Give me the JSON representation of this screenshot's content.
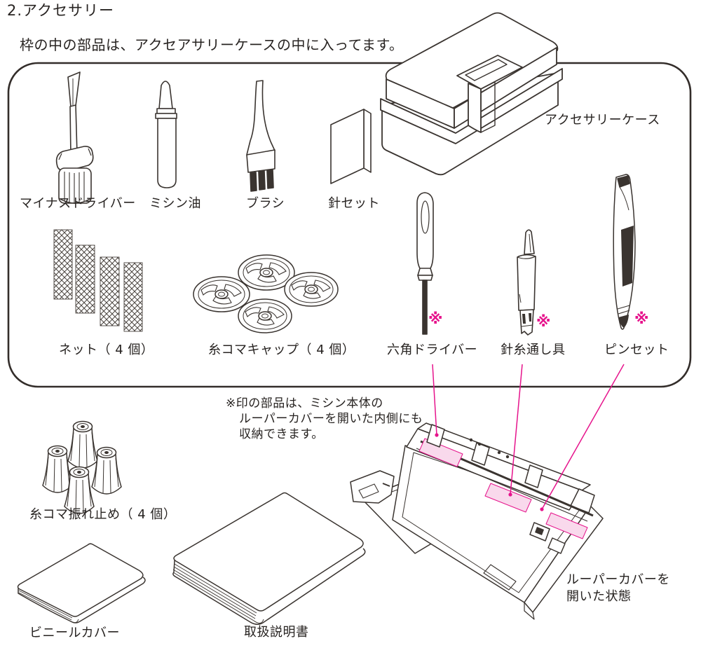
{
  "title": "2.アクセサリー",
  "intro": "枠の中の部品は、アクセアサリーケースの中に入ってます。",
  "accessory_case": {
    "label": "アクセサリーケース"
  },
  "row1": [
    {
      "label": "マイナスドライバー"
    },
    {
      "label": "ミシン油"
    },
    {
      "label": "ブラシ"
    },
    {
      "label": "針セット"
    }
  ],
  "row2": [
    {
      "label": "ネット（ 4 個）"
    },
    {
      "label": "糸コマキャップ（ 4 個）"
    },
    {
      "label": "六角ドライバー",
      "mark": "※"
    },
    {
      "label": "針糸通し具",
      "mark": "※"
    },
    {
      "label": "ピンセット",
      "mark": "※"
    }
  ],
  "note": {
    "line1": "※印の部品は、ミシン本体の",
    "line2": "ルーパーカバーを開いた内側にも",
    "line3": "収納できます。"
  },
  "bottom_items": [
    {
      "label": "糸コマ振れ止め（ 4 個）"
    },
    {
      "label": "ビニールカバー"
    },
    {
      "label": "取扱説明書"
    }
  ],
  "machine_caption": {
    "line1": "ルーパーカバーを",
    "line2": "開いた状態"
  },
  "colors": {
    "line": "#3a3430",
    "text": "#272321",
    "pink": "#e6148c",
    "pink_light": "#f9d9ec"
  }
}
